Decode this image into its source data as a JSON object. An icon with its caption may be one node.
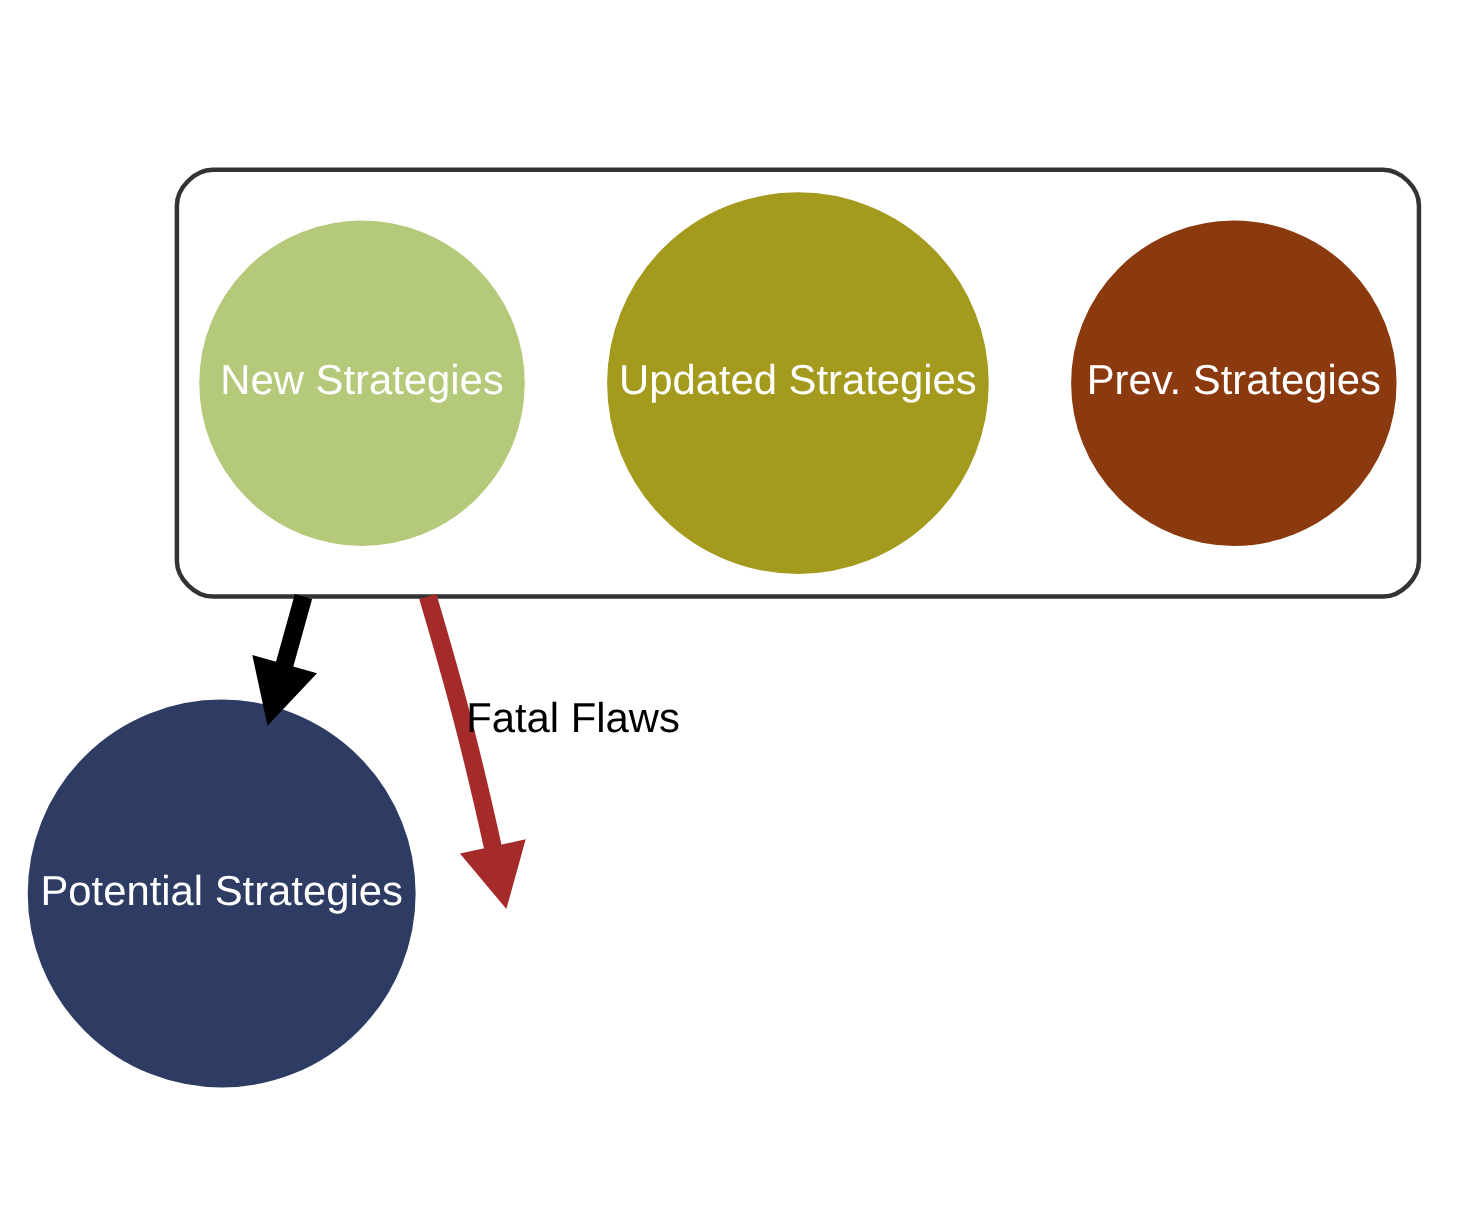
{
  "diagram": {
    "nodes": [
      {
        "text": [],
        "shape": "funnel"
      },
      {
        "text": [
          "Prev. Strategies"
        ],
        "in": 0
      },
      {
        "text": [
          "Updated Strategies"
        ],
        "in": 0
      },
      {
        "text": [
          "New Strategies"
        ],
        "in": 0
      },
      {
        "text": [
          "Potential Strategies"
        ]
      }
    ],
    "edges": [
      {
        "from": 0,
        "to": null,
        "arrow": "to",
        "label": "Fatal Flaws",
        "color": "#a52a2a"
      },
      {
        "from": 0,
        "to": 4,
        "arrow": "to",
        "color": "#000000"
      }
    ]
  }
}
